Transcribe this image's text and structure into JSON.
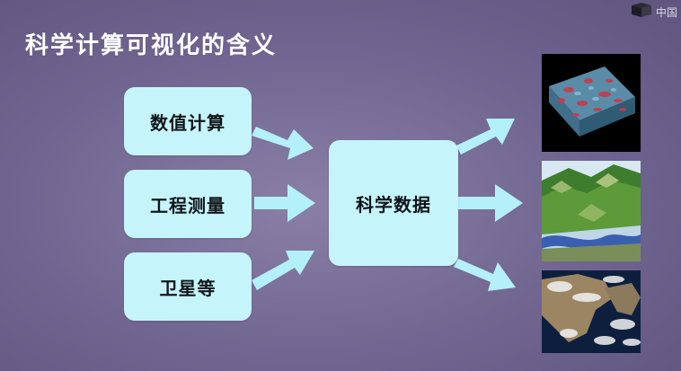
{
  "title": "科学计算可视化的含义",
  "sources": [
    {
      "label": "数值计算"
    },
    {
      "label": "工程测量"
    },
    {
      "label": "卫星等"
    }
  ],
  "center": {
    "label": "科学数据"
  },
  "thumbnails": [
    {
      "icon": "volume-render-image"
    },
    {
      "icon": "terrain-render-image"
    },
    {
      "icon": "satellite-map-image"
    }
  ],
  "watermark": {
    "text": "中国"
  },
  "colors": {
    "box_fill": "#c6f4fb",
    "arrow_fill": "#b4f0f9",
    "title_color": "#ffffff"
  }
}
